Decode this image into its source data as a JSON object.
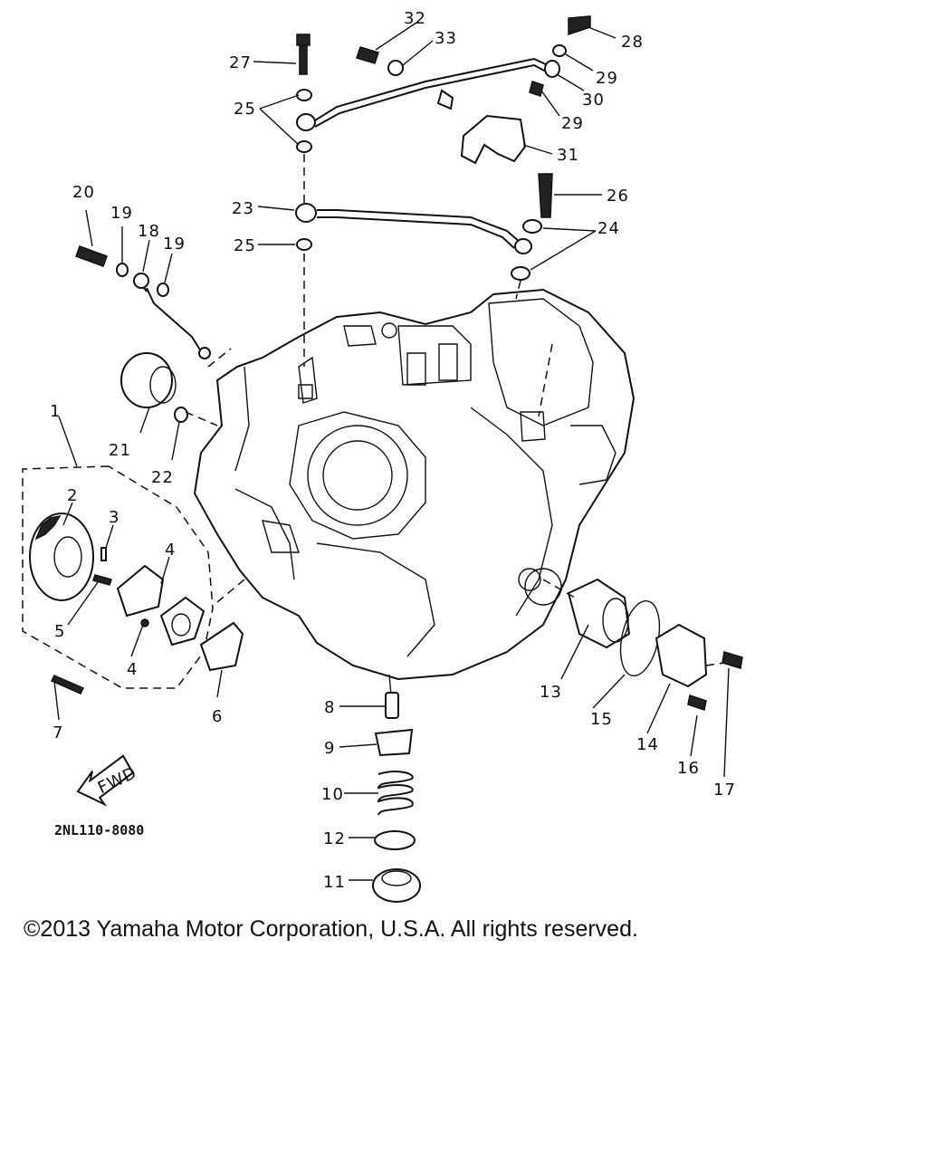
{
  "diagram": {
    "code": "2NL110-8080",
    "fwd_label": "FWD",
    "callouts": [
      "1",
      "2",
      "3",
      "4",
      "4",
      "5",
      "6",
      "7",
      "8",
      "9",
      "10",
      "11",
      "12",
      "13",
      "14",
      "15",
      "16",
      "17",
      "18",
      "19",
      "19",
      "20",
      "21",
      "22",
      "23",
      "24",
      "25",
      "25",
      "26",
      "27",
      "28",
      "29",
      "29",
      "30",
      "31",
      "32",
      "33"
    ]
  },
  "footer": {
    "copyright": "©2013 Yamaha Motor Corporation, U.S.A. All rights reserved."
  }
}
